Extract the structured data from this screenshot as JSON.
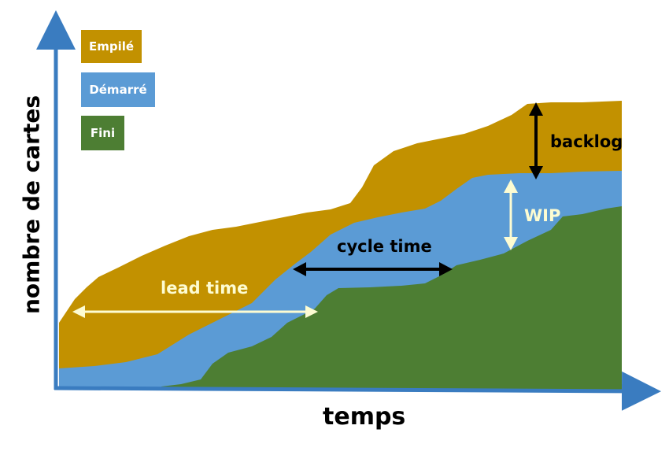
{
  "legend": {
    "empile": "Empilé",
    "demarre": "Démarré",
    "fini": "Fini"
  },
  "labels": {
    "lead_time": "lead time",
    "cycle_time": "cycle time",
    "backlog": "backlog",
    "wip": "WIP"
  },
  "axes": {
    "x_label": "temps",
    "y_label": "nombre de cartes"
  },
  "colors": {
    "empile": "#c29100",
    "demarre": "#5b9bd5",
    "fini": "#4d7e33",
    "axis": "#3a7cc0",
    "light_arrow": "#fdfcd2",
    "dark_arrow": "#000000"
  }
}
